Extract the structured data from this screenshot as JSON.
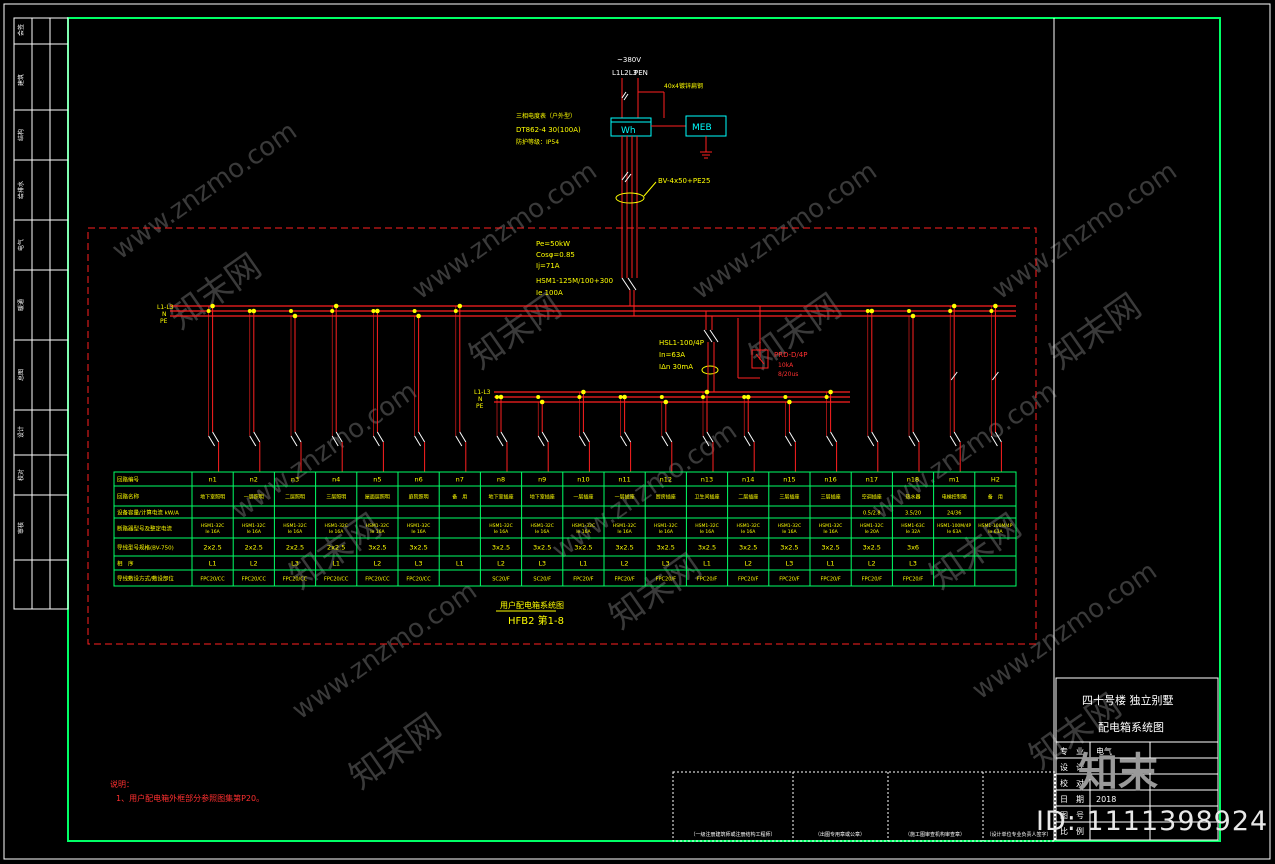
{
  "drawing": {
    "supply_voltage": "~380V",
    "supply_lines": "L1L2L3",
    "pen_label": "PEN",
    "main_meter_label": "Wh",
    "meb_label": "MEB",
    "grounding_note": "40x4镀锌扁钢",
    "meter_note": "三相电度表（户外型）",
    "meter_model": "DT862-4 30(100A)",
    "protection_level": "防护等级：IP54",
    "cable_spec": "BV-4x50+PE25",
    "calc_pe": "Pe=50kW",
    "calc_cos": "Cosφ=0.85",
    "calc_ij": "Ij=71A",
    "main_breaker_model": "HSM1-125M/100+300",
    "main_breaker_ie": "Ie 100A",
    "busbar_label_main": "L1-L3",
    "busbar_n": "N",
    "busbar_pe": "PE",
    "busbar_label_sub": "L1-L3",
    "rcd_model": "HSL1-100/4P",
    "rcd_in": "In=63A",
    "rcd_idn": "IΔn 30mA",
    "spd_model": "PRD-D/4P",
    "spd_line2": "10kA",
    "spd_line3": "8/20us",
    "box_title": "用户配电箱系统图",
    "box_id": "HFB2 第1-8",
    "note_title": "说明：",
    "note_1": "1、用户配电箱外框部分参照图集第P20。",
    "watermark_text": "www.znzmo.com",
    "watermark_cn": "知末网",
    "logo_text": "知末",
    "id_text": "ID: 1111398924"
  },
  "table": {
    "row_headers": [
      "回路编号",
      "回路名称",
      "设备容量/计算电流 kW/A",
      "断路器型号及整定电流",
      "导线型号规格(BV-750)",
      "相　序",
      "导线敷设方式/敷设部位"
    ],
    "circuits": [
      {
        "id": "n1",
        "name": "地下室照明",
        "cap": "",
        "breaker": "HSM1-32C Ie 16A",
        "wire": "2x2.5",
        "phase": "L1",
        "lay": "FPC20/CC"
      },
      {
        "id": "n2",
        "name": "一层照明",
        "cap": "",
        "breaker": "HSM1-32C Ie 16A",
        "wire": "2x2.5",
        "phase": "L2",
        "lay": "FPC20/CC"
      },
      {
        "id": "n3",
        "name": "二层照明",
        "cap": "",
        "breaker": "HSM1-32C Ie 16A",
        "wire": "2x2.5",
        "phase": "L3",
        "lay": "FPC20/CC"
      },
      {
        "id": "n4",
        "name": "三层照明",
        "cap": "",
        "breaker": "HSM1-32C Ie 16A",
        "wire": "2x2.5",
        "phase": "L1",
        "lay": "FPC20/CC"
      },
      {
        "id": "n5",
        "name": "屋面层照明",
        "cap": "",
        "breaker": "HSM1-32C Ie 16A",
        "wire": "3x2.5",
        "phase": "L2",
        "lay": "FPC20/CC"
      },
      {
        "id": "n6",
        "name": "庭院照明",
        "cap": "",
        "breaker": "HSM1-32C Ie 16A",
        "wire": "3x2.5",
        "phase": "L3",
        "lay": "FPC20/CC"
      },
      {
        "id": "n7",
        "name": "备　用",
        "cap": "",
        "breaker": "",
        "wire": "",
        "phase": "L1",
        "lay": ""
      },
      {
        "id": "n8",
        "name": "地下室插座",
        "cap": "",
        "breaker": "HSM1-32C Ie 16A",
        "wire": "3x2.5",
        "phase": "L2",
        "lay": "SC20/F"
      },
      {
        "id": "n9",
        "name": "地下室插座",
        "cap": "",
        "breaker": "HSM1-32C Ie 16A",
        "wire": "3x2.5",
        "phase": "L3",
        "lay": "SC20/F"
      },
      {
        "id": "n10",
        "name": "一层插座",
        "cap": "",
        "breaker": "HSM1-32C Ie 16A",
        "wire": "3x2.5",
        "phase": "L1",
        "lay": "FPC20/F"
      },
      {
        "id": "n11",
        "name": "一层插座",
        "cap": "",
        "breaker": "HSM1-32C Ie 16A",
        "wire": "3x2.5",
        "phase": "L2",
        "lay": "FPC20/F"
      },
      {
        "id": "n12",
        "name": "厨房插座",
        "cap": "",
        "breaker": "HSM1-32C Ie 16A",
        "wire": "3x2.5",
        "phase": "L3",
        "lay": "FPC20/F"
      },
      {
        "id": "n13",
        "name": "卫生间插座",
        "cap": "",
        "breaker": "HSM1-32C Ie 16A",
        "wire": "3x2.5",
        "phase": "L1",
        "lay": "FPC20/F"
      },
      {
        "id": "n14",
        "name": "二层插座",
        "cap": "",
        "breaker": "HSM1-32C Ie 16A",
        "wire": "3x2.5",
        "phase": "L2",
        "lay": "FPC20/F"
      },
      {
        "id": "n15",
        "name": "三层插座",
        "cap": "",
        "breaker": "HSM1-32C Ie 16A",
        "wire": "3x2.5",
        "phase": "L3",
        "lay": "FPC20/F"
      },
      {
        "id": "n16",
        "name": "三层插座",
        "cap": "",
        "breaker": "HSM1-32C Ie 16A",
        "wire": "3x2.5",
        "phase": "L1",
        "lay": "FPC20/F"
      },
      {
        "id": "n17",
        "name": "空调插座",
        "cap": "0.5/2.8",
        "breaker": "HSM1-32C Ie 20A",
        "wire": "3x2.5",
        "phase": "L2",
        "lay": "FPC20/F"
      },
      {
        "id": "n18",
        "name": "热水器",
        "cap": "3.5/20",
        "breaker": "HSM1-63C Ie 32A",
        "wire": "3x6",
        "phase": "L3",
        "lay": "FPC20/F"
      },
      {
        "id": "m1",
        "name": "电梯控制箱",
        "cap": "24/36",
        "breaker": "HSM1-100M/4P Ie 63A",
        "wire": "",
        "phase": "",
        "lay": ""
      },
      {
        "id": "H2",
        "name": "备　用",
        "cap": "",
        "breaker": "HSM1-100M/4P Ie 63A",
        "wire": "",
        "phase": "",
        "lay": ""
      }
    ]
  },
  "title_block": {
    "project": "四十号楼 独立别墅",
    "drawing_name": "配电箱系统图",
    "rows": [
      "专　业",
      "设　计",
      "校　对",
      "日　期",
      "图　号",
      "比　例"
    ],
    "values": [
      "电气",
      "",
      "",
      "2018",
      "",
      ""
    ],
    "stamp_labels": [
      "（一级注册建筑师或注册结构工程师）",
      "（出图专用章或公章）",
      "（施工图审查机构审查章）",
      "（设计单位专业负责人签字）"
    ]
  },
  "left_strip": {
    "labels": [
      "会签",
      "建筑",
      "结构",
      "给排水",
      "电气",
      "暖通",
      "总图",
      "设计",
      "校对",
      "审核"
    ]
  }
}
